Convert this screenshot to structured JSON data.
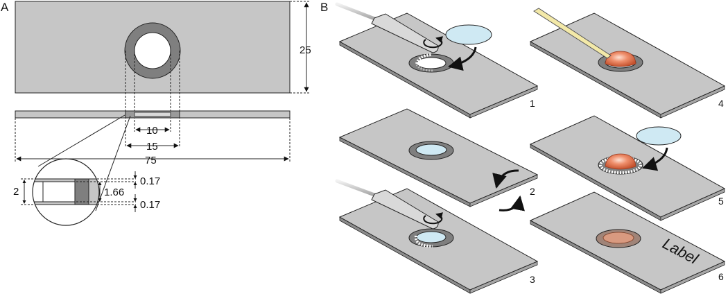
{
  "panel_a": {
    "letter": "A",
    "dims": {
      "height": "25",
      "length": "75",
      "inner_diameter": "10",
      "outer_diameter": "15",
      "thickness": "2",
      "inner_thickness": "1.66",
      "top_layer": "0.17",
      "bottom_layer": "0.17"
    }
  },
  "panel_b": {
    "letter": "B",
    "steps": [
      "1",
      "2",
      "3",
      "4",
      "5",
      "6"
    ],
    "slide_label": "Label"
  },
  "colors": {
    "slide": "#c6c6c6",
    "ring": "#7f7f7f",
    "coverslip": "#cfe9f3",
    "specimen": "#e8866a",
    "pipette": "#f3e9a8"
  }
}
